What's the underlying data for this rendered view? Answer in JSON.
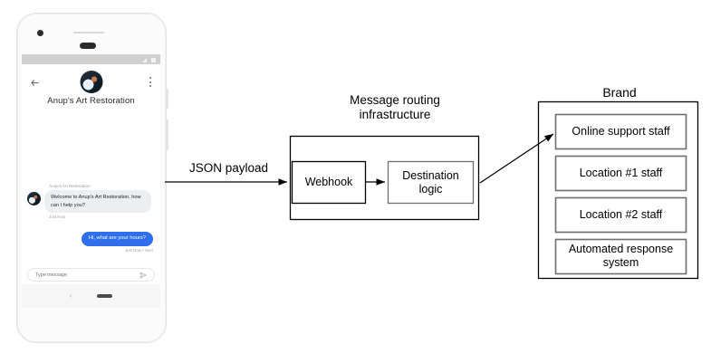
{
  "phone": {
    "status_bar": {
      "signal_icon": "signal-icon",
      "battery_icon": "battery-icon"
    },
    "app_bar": {
      "back_icon": "back-arrow-icon",
      "overflow_icon": "overflow-menu-icon",
      "avatar": "brand-avatar",
      "title": "Anup's Art Restoration"
    },
    "thread": {
      "incoming": {
        "sender": "Anup's Art Restoration",
        "text": "Welcome to Anup's Art Restoration, how can I help you?",
        "time": "Just Now"
      },
      "outgoing": {
        "text": "Hi, what are your hours?",
        "time": "Just Now • Sent"
      }
    },
    "composer": {
      "placeholder": "Type message",
      "value": "",
      "send_icon": "send-icon"
    },
    "nav_bar": {
      "back_icon": "nav-back-icon",
      "home_pill": "home-pill"
    }
  },
  "diagram": {
    "json_payload_label": "JSON payload",
    "infrastructure": {
      "title": "Message routing\ninfrastructure",
      "boxes": [
        {
          "id": "webhook",
          "label": "Webhook"
        },
        {
          "id": "destination-logic",
          "label": "Destination\nlogic"
        }
      ]
    },
    "brand": {
      "title": "Brand",
      "destinations": [
        {
          "id": "online-support",
          "label": "Online support\nstaff"
        },
        {
          "id": "location-1",
          "label": "Location #1\nstaff"
        },
        {
          "id": "location-2",
          "label": "Location #2\nstaff"
        },
        {
          "id": "automated-response",
          "label": "Automated\nresponse system"
        }
      ]
    }
  },
  "colors": {
    "accent_blue": "#2f6fed",
    "incoming_bubble": "#eceff1",
    "stroke": "#000000",
    "inner_box_stroke": "#808080",
    "status_bar": "#cfcfcf"
  }
}
